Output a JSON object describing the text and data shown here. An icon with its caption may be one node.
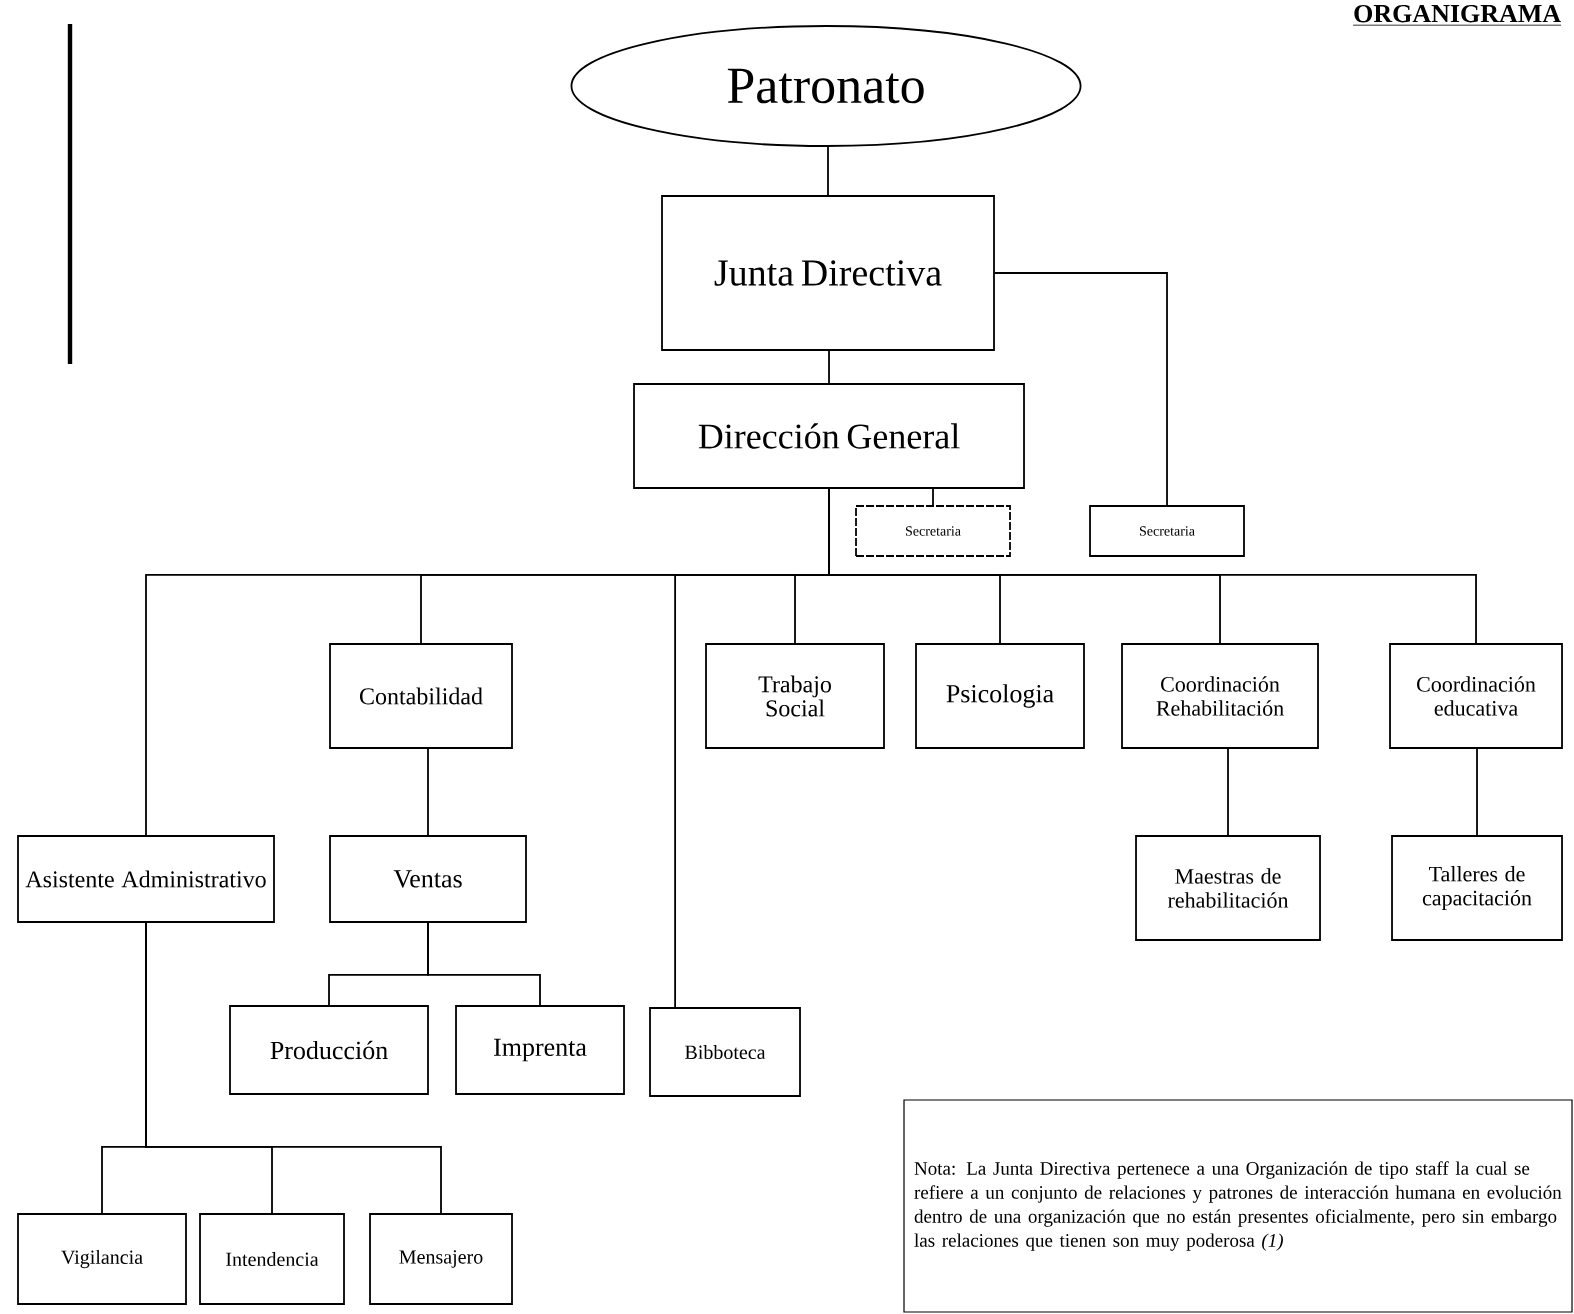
{
  "diagram": {
    "title": "ORGANIGRAMA",
    "nodes": [
      {
        "text": [
          "Patronato"
        ]
      },
      {
        "text": [
          "Junta Directiva"
        ]
      },
      {
        "text": [
          "Dirección General"
        ]
      },
      {
        "text": [
          "Secretaria"
        ]
      },
      {
        "text": [
          "Secretaria"
        ]
      },
      {
        "text": [
          "Asistente Administrativo"
        ]
      },
      {
        "text": [
          "Contabilidad"
        ]
      },
      {
        "text": [
          "Ventas"
        ]
      },
      {
        "text": [
          "Producción"
        ]
      },
      {
        "text": [
          "Imprenta"
        ]
      },
      {
        "text": [
          "Bibboteca"
        ]
      },
      {
        "text": [
          "Trabajo Social"
        ]
      },
      {
        "text": [
          "Psicologia"
        ]
      },
      {
        "text": [
          "Coordinación Rehabilitación"
        ]
      },
      {
        "text": [
          "Coordinación educativa"
        ]
      },
      {
        "text": [
          "Maestras de rehabilitación"
        ]
      },
      {
        "text": [
          "Talleres de capacitación"
        ]
      },
      {
        "text": [
          "Vigilancia"
        ]
      },
      {
        "text": [
          "Intendencia"
        ]
      },
      {
        "text": [
          "Mensajero"
        ]
      },
      {
        "text": [
          "Nota: La Junta Directiva pertenece a una Organización de tipo staff la cual se refiere a un conjunto de relaciones y patrones de interacción humana en evolución dentro de una organización que no están presentes oficialmente, pero sin embargo las relaciones que tienen son muy poderosa *(1)*"
        ]
      }
    ],
    "edges": [
      {
        "from": 0,
        "to": 1,
        "arrow": "none"
      },
      {
        "from": 1,
        "to": 2,
        "arrow": "none"
      },
      {
        "from": 1,
        "to": 4,
        "arrow": "none"
      },
      {
        "from": 2,
        "to": 3,
        "arrow": "none"
      },
      {
        "from": 2,
        "to": 5,
        "arrow": "none"
      },
      {
        "from": 2,
        "to": 6,
        "arrow": "none"
      },
      {
        "from": 2,
        "to": 10,
        "arrow": "none"
      },
      {
        "from": 2,
        "to": 11,
        "arrow": "none"
      },
      {
        "from": 2,
        "to": 12,
        "arrow": "none"
      },
      {
        "from": 2,
        "to": 13,
        "arrow": "none"
      },
      {
        "from": 2,
        "to": 14,
        "arrow": "none"
      },
      {
        "from": 6,
        "to": 7,
        "arrow": "none"
      },
      {
        "from": 7,
        "to": 8,
        "arrow": "none"
      },
      {
        "from": 7,
        "to": 9,
        "arrow": "none"
      },
      {
        "from": 5,
        "to": 17,
        "arrow": "none"
      },
      {
        "from": 5,
        "to": 18,
        "arrow": "none"
      },
      {
        "from": 5,
        "to": 19,
        "arrow": "none"
      },
      {
        "from": 13,
        "to": 15,
        "arrow": "none"
      },
      {
        "from": 14,
        "to": 16,
        "arrow": "none"
      }
    ]
  }
}
